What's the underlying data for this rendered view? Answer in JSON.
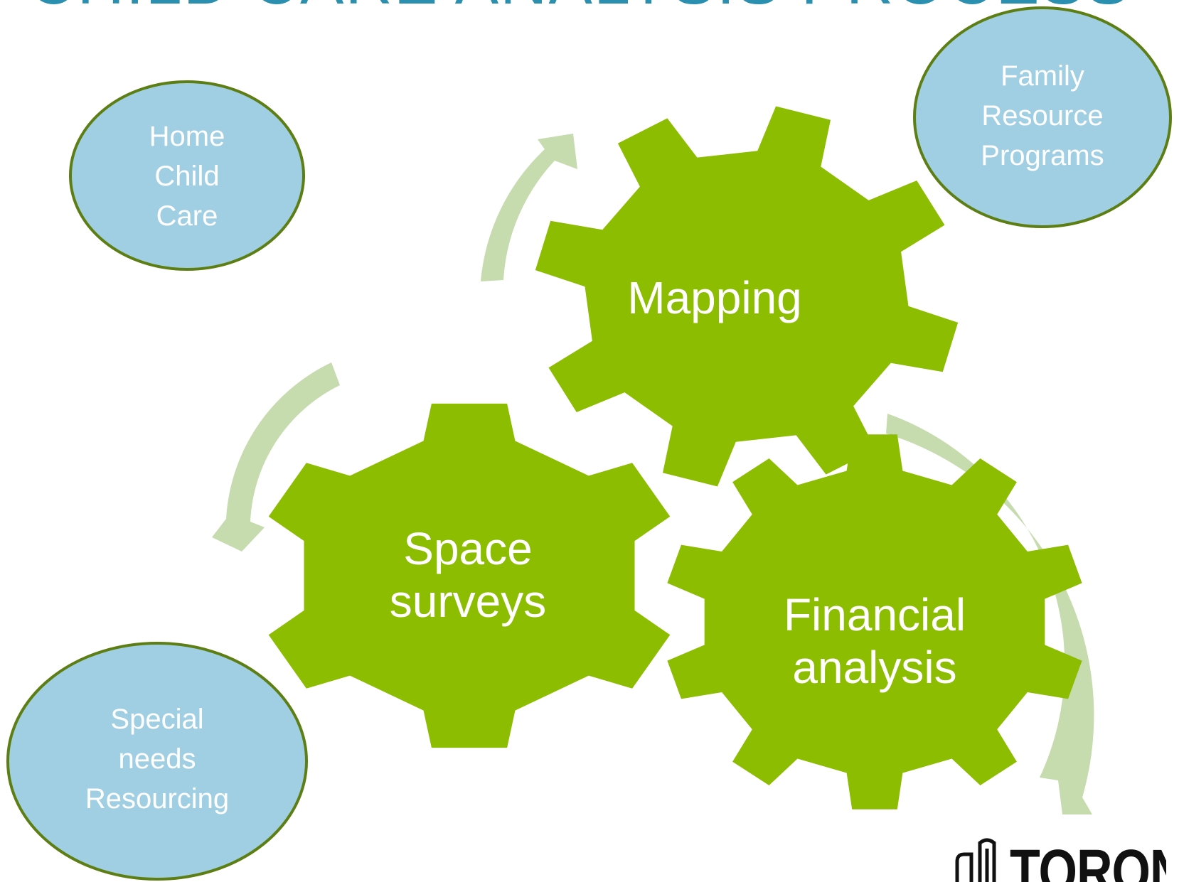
{
  "title": "CHILD CARE ANALYSIS PROCESS",
  "colors": {
    "title": "#2b8fb0",
    "gear": "#8cbd00",
    "arrow": "#c6dbae",
    "bubble_fill": "#a0cfe3",
    "bubble_stroke": "#5c7e12",
    "logo": "#111111"
  },
  "bubbles": {
    "home": [
      "Home",
      "Child",
      "Care"
    ],
    "family": [
      "Family",
      "Resource",
      "Programs"
    ],
    "special": [
      "Special",
      "needs",
      "Resourcing"
    ]
  },
  "gears": {
    "mapping": [
      "Mapping"
    ],
    "space": [
      "Space",
      "surveys"
    ],
    "financial": [
      "Financial",
      "analysis"
    ]
  },
  "logo": {
    "word": "TORONTO",
    "icon": "toronto-city-hall-icon"
  }
}
